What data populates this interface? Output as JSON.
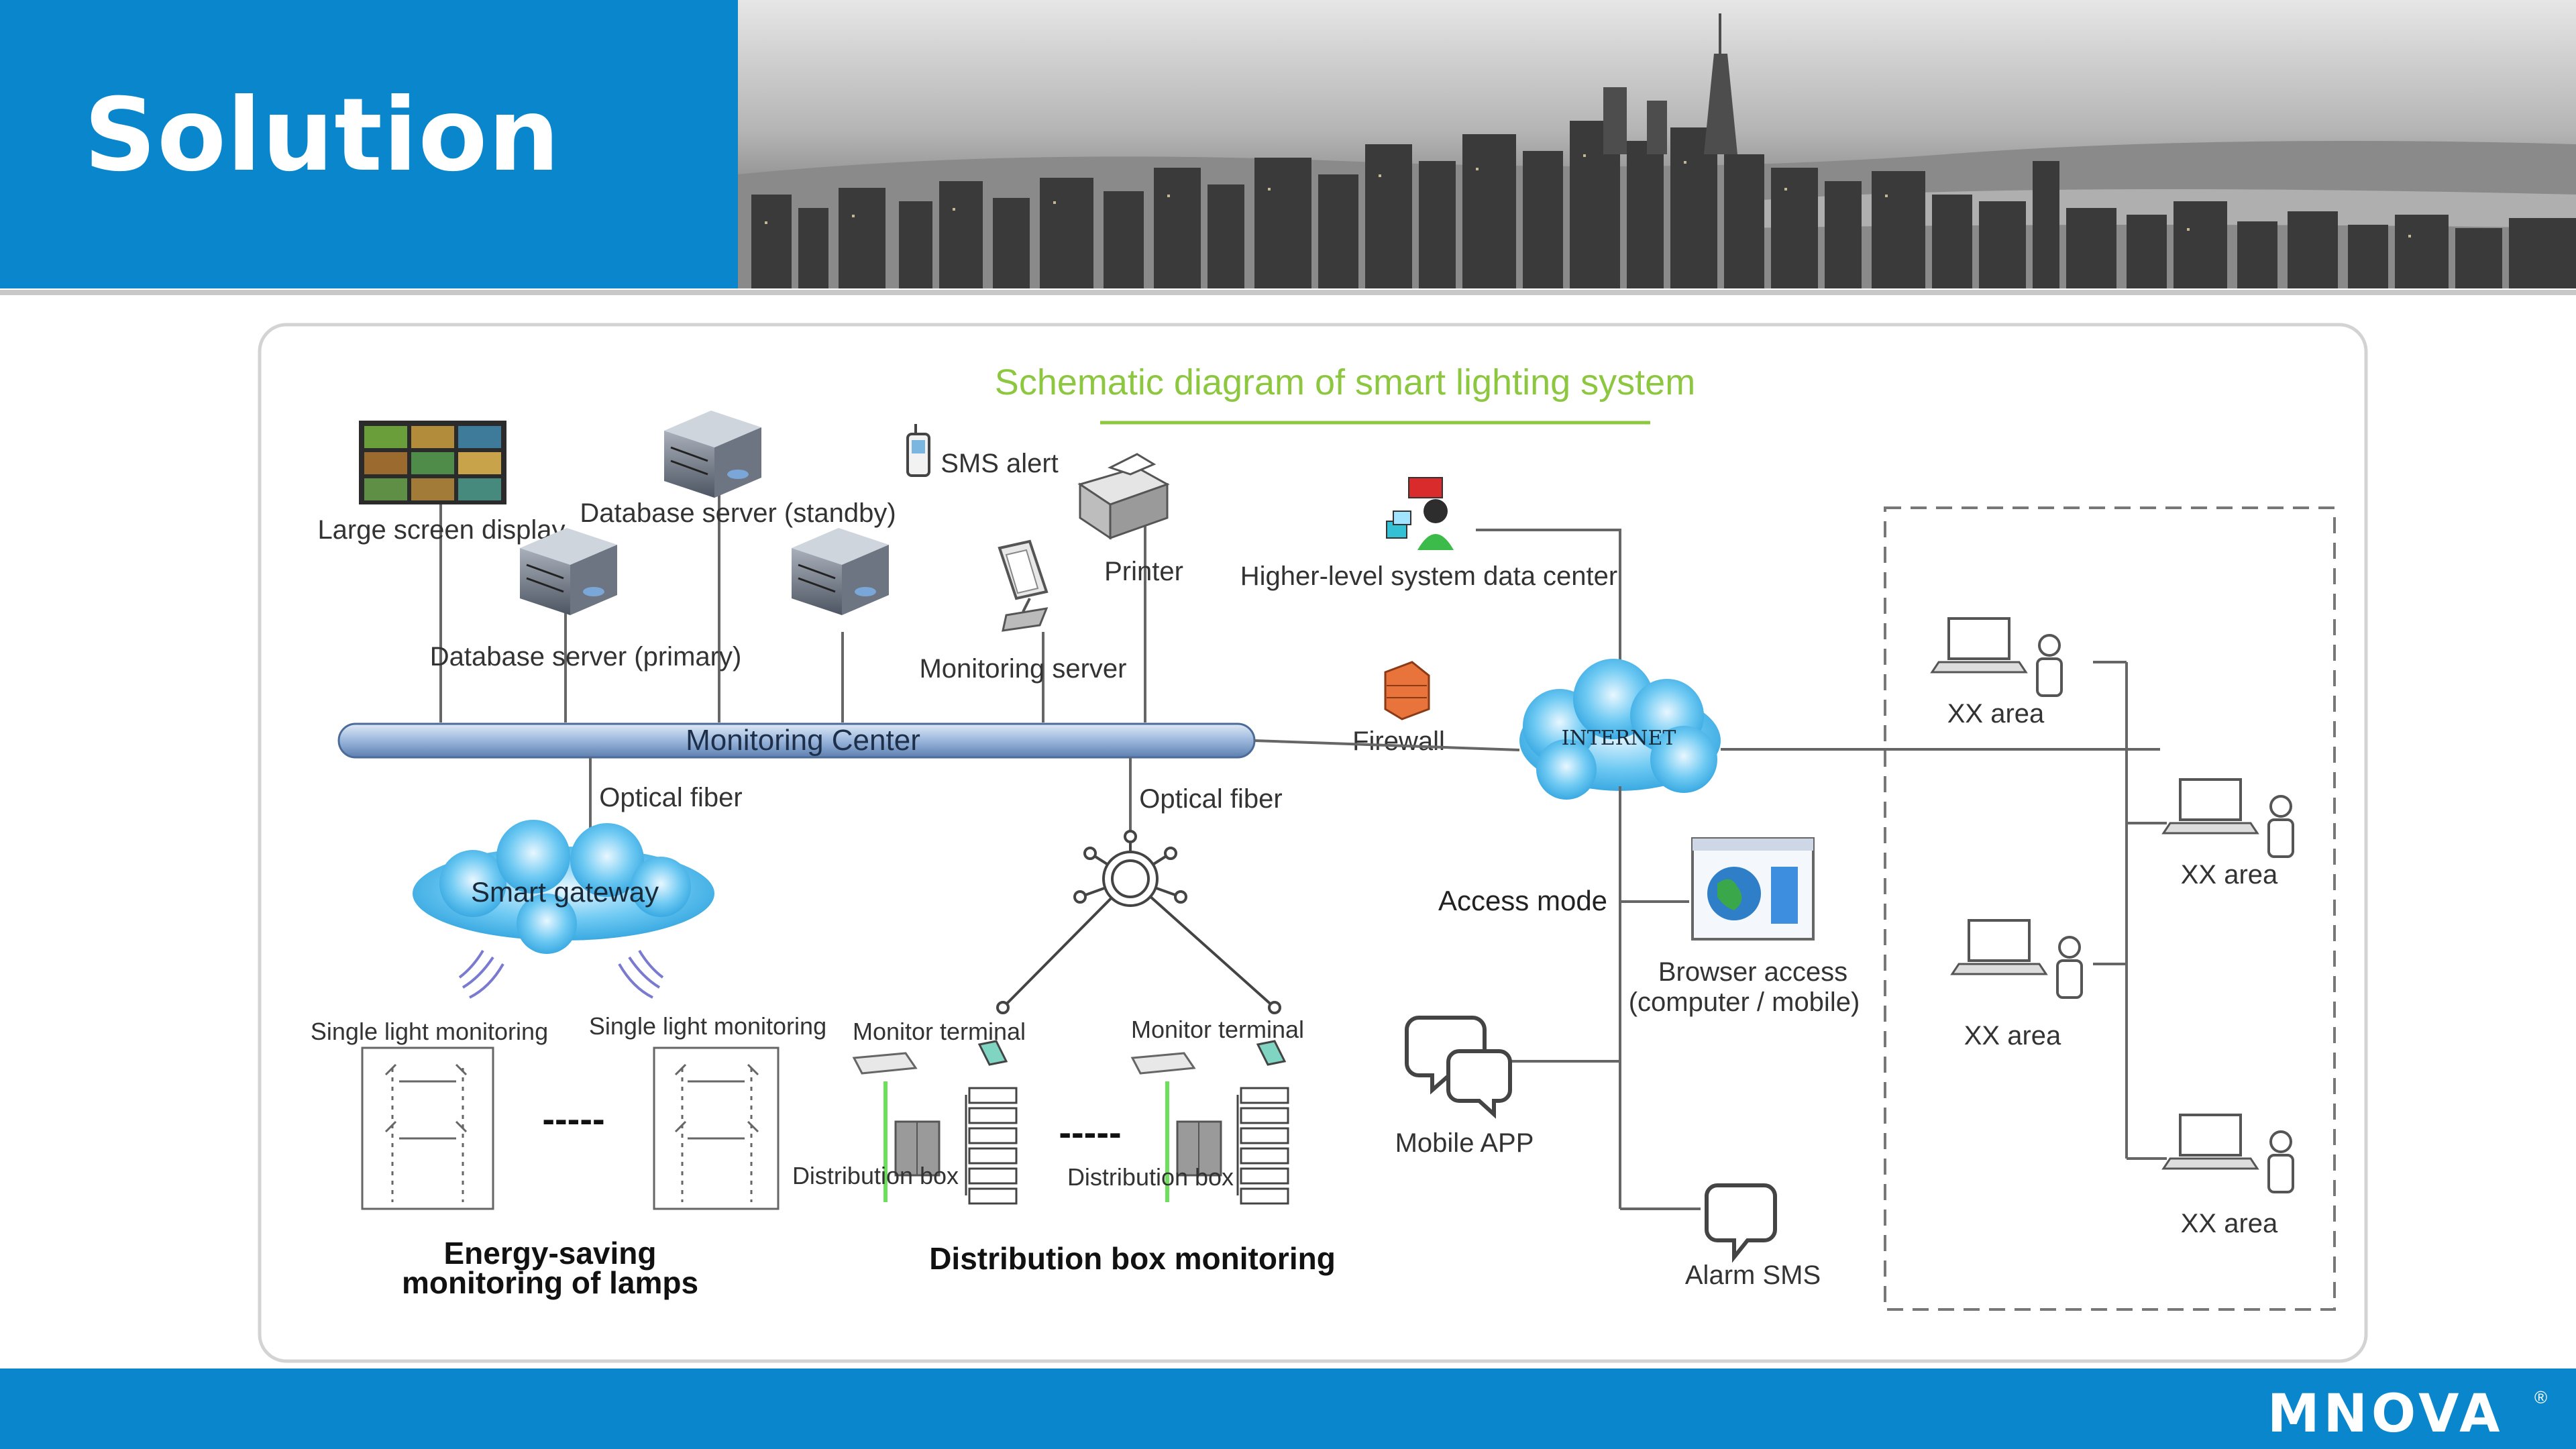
{
  "header": {
    "title": "Solution"
  },
  "diagram": {
    "title": "Schematic diagram of smart lighting system",
    "bus_label": "Monitoring Center",
    "nodes": {
      "large_screen": "Large screen display",
      "db_standby": "Database server (standby)",
      "db_primary": "Database server (primary)",
      "sms_alert": "SMS alert",
      "printer": "Printer",
      "monitoring_server": "Monitoring server",
      "higher_level": "Higher-level system data center",
      "firewall": "Firewall",
      "internet": "INTERNET",
      "optical_fiber_left": "Optical fiber",
      "optical_fiber_right": "Optical fiber",
      "smart_gateway": "Smart gateway",
      "single_light_1": "Single light monitoring",
      "single_light_2": "Single light monitoring",
      "monitor_terminal_1": "Monitor terminal",
      "monitor_terminal_2": "Monitor terminal",
      "distribution_box_1": "Distribution box",
      "distribution_box_2": "Distribution box",
      "access_mode": "Access mode",
      "browser_access_1": "Browser access",
      "browser_access_2": "(computer / mobile)",
      "mobile_app": "Mobile APP",
      "alarm_sms": "Alarm SMS",
      "energy_saving_1": "Energy-saving",
      "energy_saving_2": "monitoring of lamps",
      "distribution_monitoring": "Distribution box monitoring",
      "dots": "-----"
    },
    "areas": [
      "XX area",
      "XX area",
      "XX area",
      "XX area"
    ]
  },
  "footer": {
    "logo": "MNOVA",
    "registered": "®"
  },
  "colors": {
    "brand_blue": "#0a86cc",
    "title_green": "#8dc63f",
    "bus_blue": "#9ab6dc",
    "cloud_blue": "#5cc0f0"
  }
}
